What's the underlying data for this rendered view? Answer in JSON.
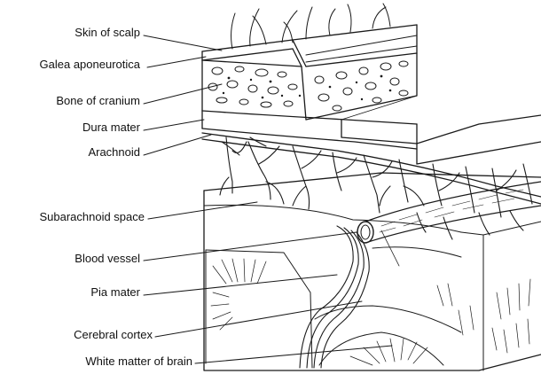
{
  "labels": [
    "Skin of scalp",
    "Galea aponeurotica",
    "Bone of cranium",
    "Dura mater",
    "Arachnoid",
    "Subarachnoid space",
    "Blood vessel",
    "Pia mater",
    "Cerebral cortex",
    "White matter of brain"
  ]
}
